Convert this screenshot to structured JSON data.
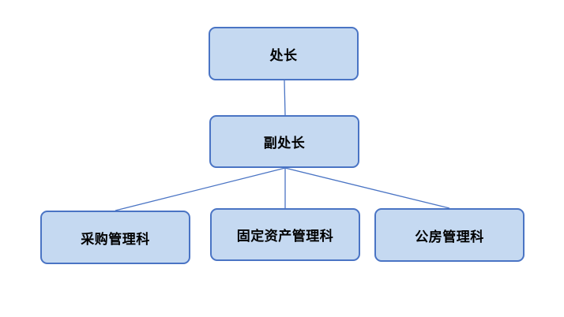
{
  "diagram": {
    "colors": {
      "node_fill": "#c5d9f1",
      "node_border": "#4a74c4",
      "connector": "#4a74c4",
      "text": "#000000"
    },
    "nodes": {
      "chief": "处长",
      "deputy": "副处长",
      "purchasing": "采购管理科",
      "fixed_assets": "固定资产管理科",
      "housing": "公房管理科"
    },
    "edges": [
      [
        "chief",
        "deputy"
      ],
      [
        "deputy",
        "purchasing"
      ],
      [
        "deputy",
        "fixed_assets"
      ],
      [
        "deputy",
        "housing"
      ]
    ]
  }
}
